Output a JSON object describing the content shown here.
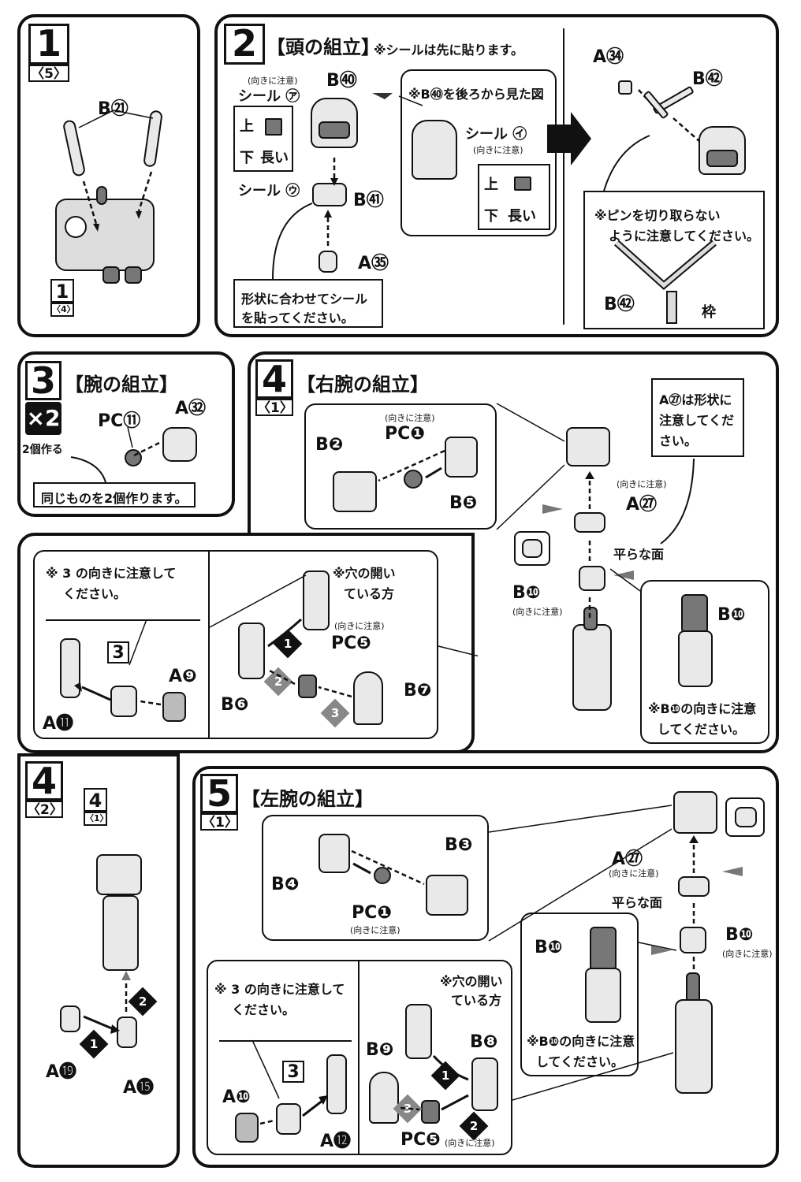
{
  "step1": {
    "num": "1",
    "sub": "〈5〉",
    "part_b21": "B㉑",
    "ref_num": "1",
    "ref_sub": "〈4〉"
  },
  "step2": {
    "num": "2",
    "title": "【頭の組立】",
    "note": "※シールは先に貼ります。",
    "seal_a": "シール ㋐",
    "seal_a_dir": "(向きに注意)",
    "top": "上",
    "bottom": "下",
    "long": "長い",
    "part_b40": "B㊵",
    "seal_u": "シール ㋒",
    "part_b41": "B㊶",
    "part_a35": "A㉟",
    "back_view": "※B㊵を後ろから見た図",
    "seal_i": "シール ㋑",
    "seal_i_dir": "(向きに注意)",
    "top2": "上",
    "bottom2": "下",
    "long2": "長い",
    "shape_note_1": "形状に合わせてシール",
    "shape_note_2": "を貼ってください。",
    "part_a34": "A㉞",
    "part_b42": "B㊷",
    "pin_note_1": "※ピンを切り取らない",
    "pin_note_2": "ように注意してください。",
    "part_b42b": "B㊷",
    "frame": "枠"
  },
  "step3": {
    "num": "3",
    "title": "【腕の組立】",
    "x2": "×2",
    "make2": "2個作る",
    "part_pc11": "PC⑪",
    "part_a32": "A㉜",
    "same_note": "同じものを2個作ります。"
  },
  "step4_1": {
    "num": "4",
    "sub": "〈1〉",
    "title": "【右腕の組立】",
    "pc1_dir": "(向きに注意)",
    "part_pc1": "PC❶",
    "part_b2": "B❷",
    "part_b5": "B❺",
    "a27_note_1": "A㉗は形状に",
    "a27_note_2": "注意してくだ",
    "a27_note_3": "さい。",
    "a27_dir": "(向きに注意)",
    "part_a27": "A㉗",
    "flat": "平らな面",
    "part_b10": "B❿",
    "b10_dir": "(向きに注意)",
    "part_b10b": "B❿",
    "b10_note_1": "※B❿の向きに注意",
    "b10_note_2": "してください。",
    "dir3_note_1": "※ 3 の向きに注意して",
    "dir3_note_2": "ください。",
    "hole_note_1": "※穴の開い",
    "hole_note_2": "ている方",
    "pc5_dir": "(向きに注意)",
    "part_pc5": "PC❺",
    "part_b6": "B❻",
    "part_b7": "B❼",
    "part_a9": "A❾",
    "part_a11": "A⓫",
    "ref3": "3"
  },
  "step4_2": {
    "num": "4",
    "sub": "〈2〉",
    "ref_num": "4",
    "ref_sub": "〈1〉",
    "part_a19": "A⓳",
    "part_a15": "A⓯"
  },
  "step5": {
    "num": "5",
    "sub": "〈1〉",
    "title": "【左腕の組立】",
    "part_b3": "B❸",
    "part_b4": "B❹",
    "part_pc1": "PC❶",
    "pc1_dir": "(向きに注意)",
    "part_a27": "A㉗",
    "a27_dir": "(向きに注意)",
    "flat": "平らな面",
    "part_b10": "B❿",
    "b10_dir": "(向きに注意)",
    "part_b10b": "B❿",
    "b10_note_1": "※B❿の向きに注意",
    "b10_note_2": "してください。",
    "dir3_note_1": "※ 3 の向きに注意して",
    "dir3_note_2": "ください。",
    "hole_note_1": "※穴の開い",
    "hole_note_2": "ている方",
    "part_b8": "B❽",
    "part_b9": "B❾",
    "part_a10": "A❿",
    "part_a12": "A⓬",
    "part_pc5": "PC❺",
    "pc5_dir": "(向きに注意)",
    "ref3": "3"
  }
}
